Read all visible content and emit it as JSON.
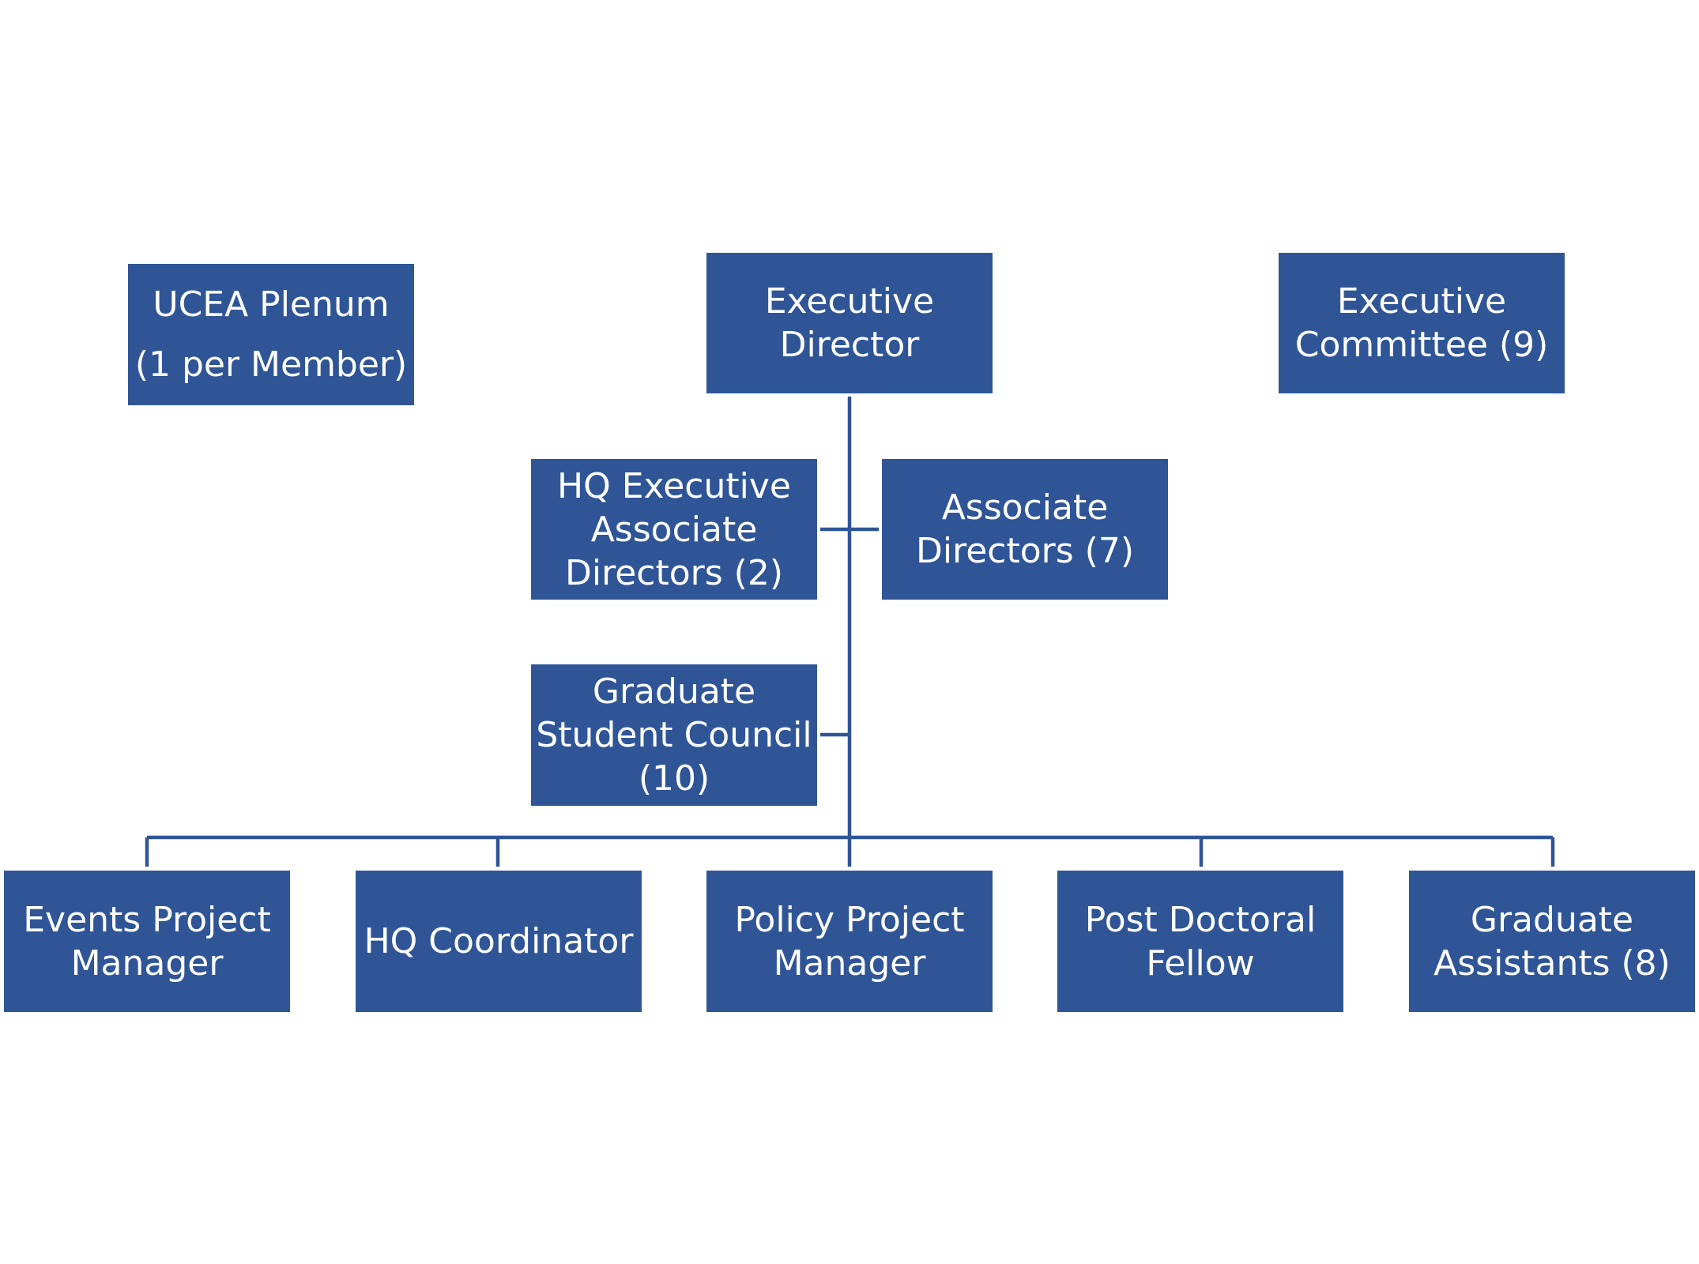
{
  "colors": {
    "box_fill": "#2F5597",
    "connector": "#2F5597",
    "box_text": "#FFFFFF",
    "background": "#FFFFFF"
  },
  "nodes": {
    "ucea_plenum": {
      "lines": [
        "UCEA Plenum",
        "(1 per Member)"
      ]
    },
    "executive_director": {
      "lines": [
        "Executive",
        "Director"
      ]
    },
    "executive_committee": {
      "lines": [
        "Executive",
        "Committee (9)"
      ]
    },
    "hq_executive_associate_directors": {
      "lines": [
        "HQ Executive",
        "Associate",
        "Directors (2)"
      ]
    },
    "associate_directors": {
      "lines": [
        "Associate",
        "Directors (7)"
      ]
    },
    "graduate_student_council": {
      "lines": [
        "Graduate",
        "Student Council",
        "(10)"
      ]
    },
    "events_project_manager": {
      "lines": [
        "Events Project",
        "Manager"
      ]
    },
    "hq_coordinator": {
      "lines": [
        "HQ Coordinator"
      ]
    },
    "policy_project_manager": {
      "lines": [
        "Policy Project",
        "Manager"
      ]
    },
    "post_doctoral_fellow": {
      "lines": [
        "Post Doctoral",
        "Fellow"
      ]
    },
    "graduate_assistants": {
      "lines": [
        "Graduate",
        "Assistants (8)"
      ]
    }
  }
}
